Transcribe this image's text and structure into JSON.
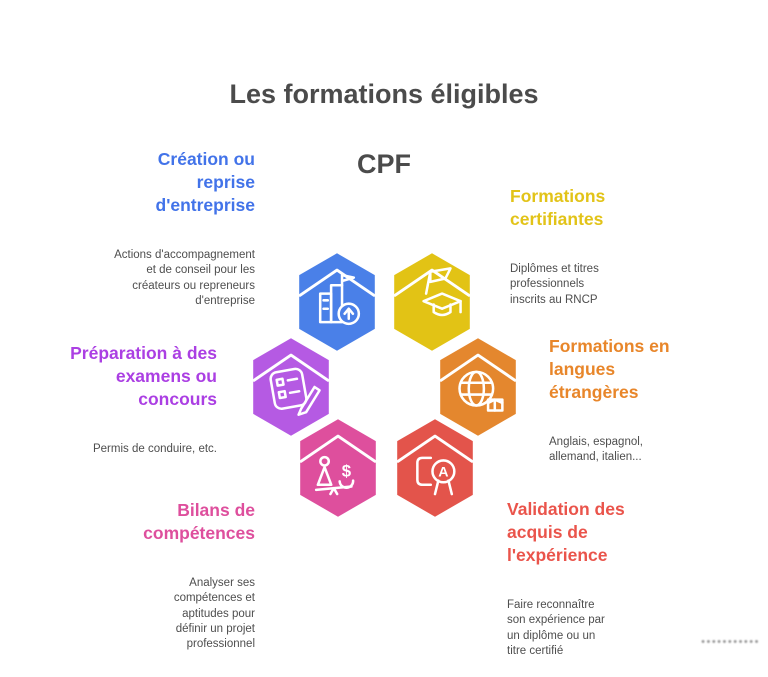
{
  "title": {
    "line1": "Les formations éligibles",
    "line2": "CPF"
  },
  "items": {
    "creation": {
      "heading": "Création ou\nreprise\nd'entreprise",
      "body": "Actions d'accompagnement\net de conseil pour les\ncréateurs ou repreneurs\nd'entreprise",
      "heading_color": "#4273e9",
      "hex_color": "#4a80e8",
      "icon": "business-growth-icon"
    },
    "certifiantes": {
      "heading": "Formations\ncertifiantes",
      "body": "Diplômes et titres\nprofessionnels\ninscrits au RNCP",
      "heading_color": "#e2c318",
      "hex_color": "#e2c315",
      "icon": "graduation-icon"
    },
    "langues": {
      "heading": "Formations en\nlangues\nétrangères",
      "body": "Anglais, espagnol,\nallemand, italien...",
      "heading_color": "#e8862a",
      "hex_color": "#e4872e",
      "icon": "globe-icon"
    },
    "vae": {
      "heading": "Validation des\nacquis de\nl'expérience",
      "body": "Faire reconnaître\nson expérience par\nun diplôme ou un\ntitre certifié",
      "heading_color": "#ea544b",
      "hex_color": "#e3544b",
      "icon": "certificate-icon"
    },
    "bilans": {
      "heading": "Bilans de\ncompétences",
      "body": "Analyser ses\ncompétences et\naptitudes pour\ndéfinir un projet\nprofessionnel",
      "heading_color": "#de4f9d",
      "hex_color": "#de4f9d",
      "icon": "skills-balance-icon"
    },
    "examens": {
      "heading": "Préparation à des\nexamens ou\nconcours",
      "body": "Permis de conduire, etc.",
      "heading_color": "#ab3fe3",
      "hex_color": "#b55ae3",
      "icon": "checklist-icon"
    }
  },
  "watermark": "•••••••••••"
}
